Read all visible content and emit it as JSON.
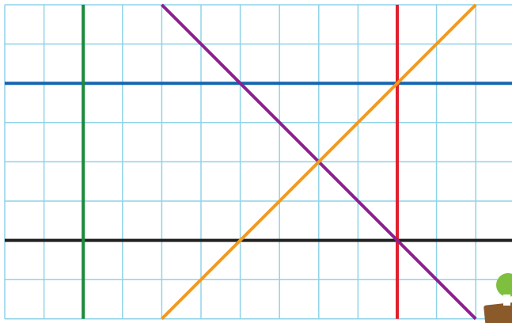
{
  "grid": {
    "columns": 13,
    "rows": 8,
    "color": "#8fd3e8"
  },
  "lines": [
    {
      "id": "horizontal-blue-line",
      "color": "#1565b0",
      "from": [
        0,
        2
      ],
      "to": [
        13,
        2
      ]
    },
    {
      "id": "horizontal-black-line",
      "color": "#222222",
      "from": [
        0,
        6
      ],
      "to": [
        13,
        6
      ]
    },
    {
      "id": "vertical-green-line",
      "color": "#1b8a3c",
      "from": [
        2,
        0
      ],
      "to": [
        2,
        8
      ]
    },
    {
      "id": "vertical-red-line",
      "color": "#e0202e",
      "from": [
        10,
        0
      ],
      "to": [
        10,
        8
      ]
    },
    {
      "id": "diagonal-purple-line",
      "color": "#8e1f8f",
      "from": [
        4,
        0
      ],
      "to": [
        12,
        8
      ]
    },
    {
      "id": "diagonal-orange-line",
      "color": "#f29a1f",
      "from": [
        4,
        8
      ],
      "to": [
        12,
        0
      ]
    }
  ],
  "decoration": {
    "icon": "tree-on-ground-icon",
    "tree_color": "#7fbf3f",
    "ground_color": "#8a5a2b"
  }
}
